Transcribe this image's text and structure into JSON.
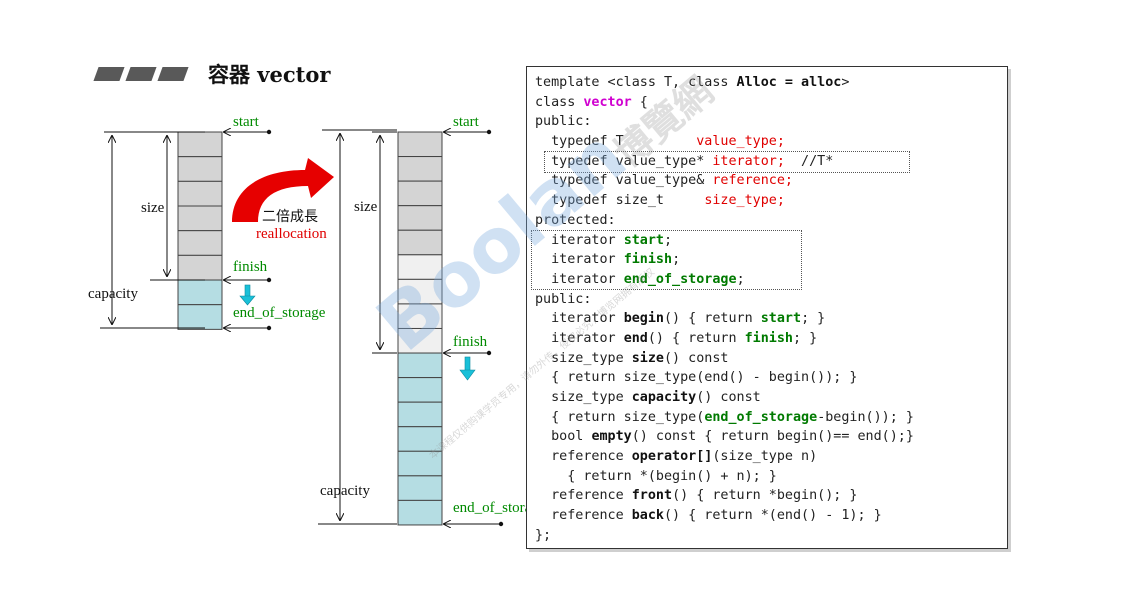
{
  "title": "容器 vector",
  "diagram": {
    "left": {
      "start": "start",
      "finish": "finish",
      "end_of_storage": "end_of_storage",
      "size": "size",
      "capacity": "capacity"
    },
    "right": {
      "start": "start",
      "finish": "finish",
      "end_of_storage": "end_of_storage",
      "size": "size",
      "capacity": "capacity"
    },
    "growth_label": "二倍成長",
    "reallocation_label": "reallocation",
    "colors": {
      "used_cell": "#d4d4d4",
      "free_cell": "#f0f0f0",
      "spare_cell": "#b5dde3",
      "pointer_label": "#008a00",
      "growth_arrow": "#e00000",
      "down_arrow": "#19c0d8"
    }
  },
  "code": [
    [
      [
        "t",
        "template <class T, class "
      ],
      [
        "b",
        "Alloc = alloc"
      ],
      [
        "t",
        ">"
      ]
    ],
    [
      [
        "t",
        "class "
      ],
      [
        "m",
        "vector"
      ],
      [
        "t",
        " {"
      ]
    ],
    [
      [
        "t",
        "public:"
      ]
    ],
    [
      [
        "t",
        "  typedef T         "
      ],
      [
        "r",
        "value_type;"
      ]
    ],
    [
      [
        "t",
        "  typedef value_type* "
      ],
      [
        "r",
        "iterator;"
      ],
      [
        "t",
        "  //T*"
      ]
    ],
    [
      [
        "t",
        "  typedef value_type& "
      ],
      [
        "r",
        "reference;"
      ]
    ],
    [
      [
        "t",
        "  typedef size_t     "
      ],
      [
        "r",
        "size_type;"
      ]
    ],
    [
      [
        "t",
        "protected:"
      ]
    ],
    [
      [
        "t",
        "  iterator "
      ],
      [
        "g",
        "start"
      ],
      [
        "t",
        ";"
      ]
    ],
    [
      [
        "t",
        "  iterator "
      ],
      [
        "g",
        "finish"
      ],
      [
        "t",
        ";"
      ]
    ],
    [
      [
        "t",
        "  iterator "
      ],
      [
        "g",
        "end_of_storage"
      ],
      [
        "t",
        ";"
      ]
    ],
    [
      [
        "t",
        "public:"
      ]
    ],
    [
      [
        "t",
        "  iterator "
      ],
      [
        "b",
        "begin"
      ],
      [
        "t",
        "() { return "
      ],
      [
        "g",
        "start"
      ],
      [
        "t",
        "; }"
      ]
    ],
    [
      [
        "t",
        "  iterator "
      ],
      [
        "b",
        "end"
      ],
      [
        "t",
        "() { return "
      ],
      [
        "g",
        "finish"
      ],
      [
        "t",
        "; }"
      ]
    ],
    [
      [
        "t",
        "  size_type "
      ],
      [
        "b",
        "size"
      ],
      [
        "t",
        "() const"
      ]
    ],
    [
      [
        "t",
        "  { return size_type(end() - begin()); }"
      ]
    ],
    [
      [
        "t",
        "  size_type "
      ],
      [
        "b",
        "capacity"
      ],
      [
        "t",
        "() const"
      ]
    ],
    [
      [
        "t",
        "  { return size_type("
      ],
      [
        "g",
        "end_of_storage"
      ],
      [
        "t",
        "-begin()); }"
      ]
    ],
    [
      [
        "t",
        "  bool "
      ],
      [
        "b",
        "empty"
      ],
      [
        "t",
        "() const { return begin()== end();}"
      ]
    ],
    [
      [
        "t",
        "  reference "
      ],
      [
        "b",
        "operator[]"
      ],
      [
        "t",
        "(size_type n)"
      ]
    ],
    [
      [
        "t",
        "    { return *(begin() + n); }"
      ]
    ],
    [
      [
        "t",
        "  reference "
      ],
      [
        "b",
        "front"
      ],
      [
        "t",
        "() { return *begin(); }"
      ]
    ],
    [
      [
        "t",
        "  reference "
      ],
      [
        "b",
        "back"
      ],
      [
        "t",
        "() { return *(end() - 1); }"
      ]
    ],
    [
      [
        "t",
        "};"
      ]
    ]
  ],
  "watermark": {
    "brand": "Boolan",
    "cjk": "博覽網",
    "notice": "本课程仅供购课学员专用，请勿外传，侵权必究，博览网拥有版权"
  }
}
